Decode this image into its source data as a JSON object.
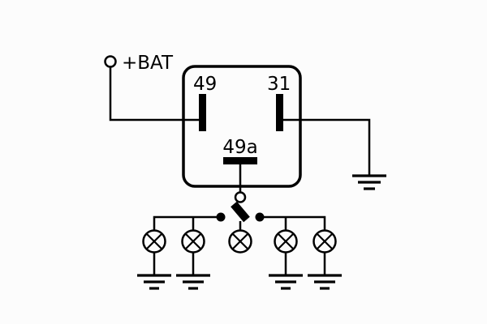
{
  "diagram": {
    "type": "schematic",
    "subject": "flasher-relay-turn-signal-wiring",
    "background": "#fcfcfc",
    "line_color": "#000000",
    "labels": {
      "battery": "+BAT",
      "terminal_49": "49",
      "terminal_31": "31",
      "terminal_49a": "49a"
    }
  }
}
